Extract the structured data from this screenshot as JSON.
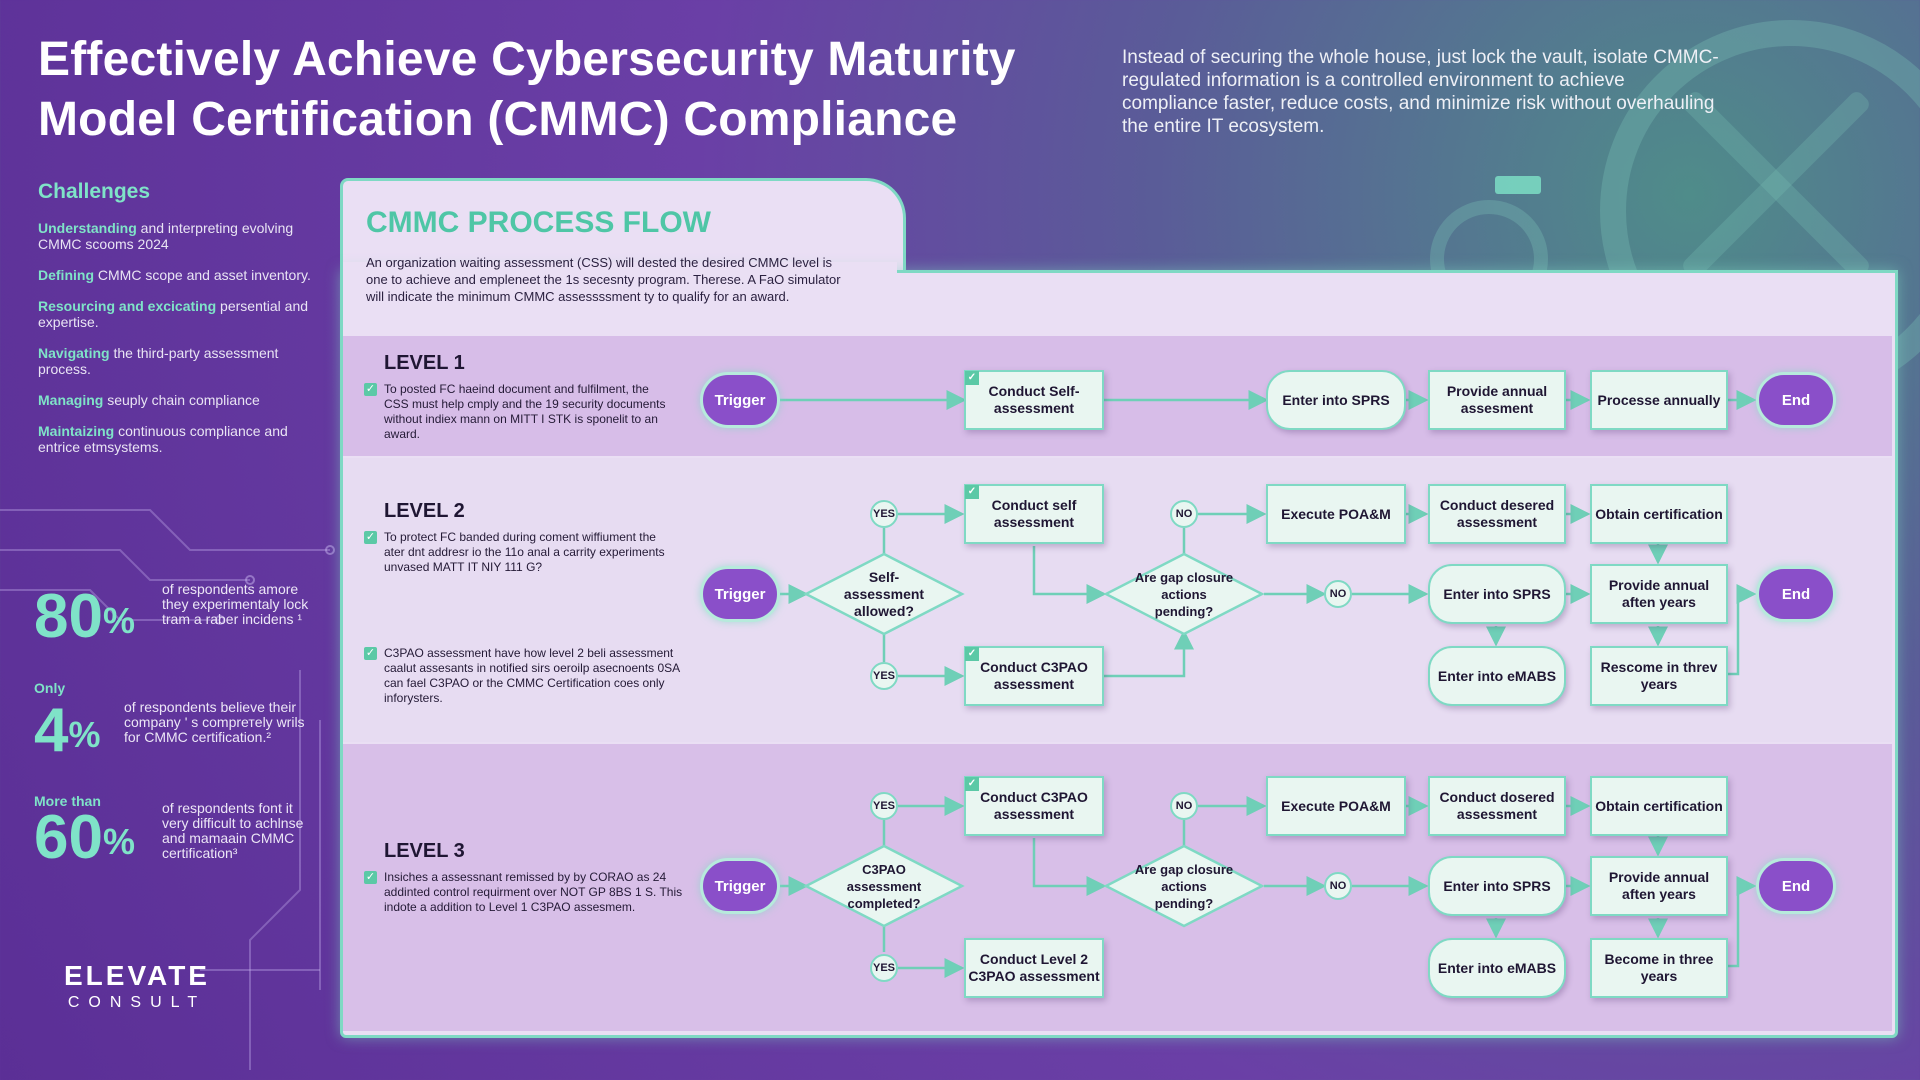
{
  "header": {
    "title": "Effectively Achieve Cybersecurity Maturity Model Certification (CMMC) Compliance",
    "intro": "Instead of securing the whole house, just lock the vault, isolate CMMC-regulated information is a controlled environment to achieve compliance faster, reduce costs, and minimize risk without overhauling the entire IT ecosystem."
  },
  "challenges": {
    "heading": "Challenges",
    "items": [
      {
        "kw": "Understanding",
        "rest": " and interpreting evolving CMMC scooms 2024"
      },
      {
        "kw": "Defining",
        "rest": " CMMC scope and asset inventory."
      },
      {
        "kw": "Resourcing and excicating",
        "rest": " persential and expertise."
      },
      {
        "kw": "Navigating",
        "rest": " the third-party assessment process."
      },
      {
        "kw": "Managing",
        "rest": " seuply chain compliance"
      },
      {
        "kw": "Maintaizing",
        "rest": " continuous compliance and entrice etmsystems."
      }
    ]
  },
  "stats": [
    {
      "pre": "",
      "value": "80",
      "unit": "%",
      "desc": "of respondents amore they experimentaly lock tram a raber incidens ¹"
    },
    {
      "pre": "Only",
      "value": "4",
      "unit": "%",
      "desc": "of respondents believe their company ' s comprетely wrils for CMMC certification.²"
    },
    {
      "pre": "More than",
      "value": "60",
      "unit": "%",
      "desc": "of respondents font it very difficult to achlnse and mamaain CMMC certification³"
    }
  ],
  "logo": {
    "line1": "ELEVATE",
    "line2": "CONSULT"
  },
  "panel": {
    "title": "CMMC PROCESS FLOW",
    "desc": "An organization waiting assessment (CSS) will dested the desired CMMC level is one to achieve and empleneet the 1s secesnty program. Therese. A FaO simulator will indicate the minimum CMMC assessssment ty to qualify for an award."
  },
  "level1": {
    "label": "LEVEL 1",
    "text": "To posted FC haeind document and fulfilment, the CSS must help cmply and the 19 security  documents without indiex mann on MITT I  STK is sponelit to an award.",
    "trigger": "Trigger",
    "self": "Conduct Self-assessment",
    "sprs": "Enter into SPRS",
    "annual": "Provide annual assesment",
    "process": "Processe annually",
    "end": "End"
  },
  "level2": {
    "label": "LEVEL 2",
    "text1": "To protect FC banded during coment wiffiument the ater dnt addresr io the 11o anal a carrity experiments unvased MATT IT NIY 111 G?",
    "text2": "C3PAO assessment have how level 2 beli assessment caalut assesants in notified sirs oeroilp asecnoents 0SA can fael C3PAO or the CMMC Certification coes only inforysters.",
    "trigger": "Trigger",
    "decision1": "Self-assessment allowed?",
    "yes_top": "YES",
    "yes_bottom": "YES",
    "self": "Conduct self assessment",
    "c3pao": "Conduct C3PAO assessment",
    "decision2": "Are gap closure actions pending?",
    "no_top": "NO",
    "no_mid": "NO",
    "poam": "Execute POA&M",
    "desired": "Conduct desered assessment",
    "sprs": "Enter into SPRS",
    "emabs": "Enter into eMABS",
    "obtain": "Obtain certification",
    "annual": "Provide annual aften years",
    "rescome": "Rescome in threv years",
    "end": "End"
  },
  "level3": {
    "label": "LEVEL 3",
    "text": "Insiches a assessnant remissed by by CORAO as 24 addinted control requirment over NOT GP 8BS 1 S. This indote a addition to Level 1 C3PAO assesmem.",
    "trigger": "Trigger",
    "decision1": "C3PAO assessment completed?",
    "yes_top": "YES",
    "yes_bottom": "YES",
    "c3pao": "Conduct C3PAO assessment",
    "level2c3pao": "Conduct Level 2 C3PAO assessment",
    "decision2": "Are gap closure actions pending?",
    "no_top": "NO",
    "no_mid": "NO",
    "poam": "Execute POA&M",
    "desired": "Conduct dosered assessment",
    "sprs": "Enter into SPRS",
    "emabs": "Enter into eMABS",
    "obtain": "Obtain certification",
    "annual": "Provide annual aften years",
    "become": "Become in three years",
    "end": "End"
  },
  "colors": {
    "accent": "#7fd9c4",
    "teal_text": "#4fc6a6",
    "pill": "#8a4fc9",
    "bg_purple": "#5b2f96"
  }
}
